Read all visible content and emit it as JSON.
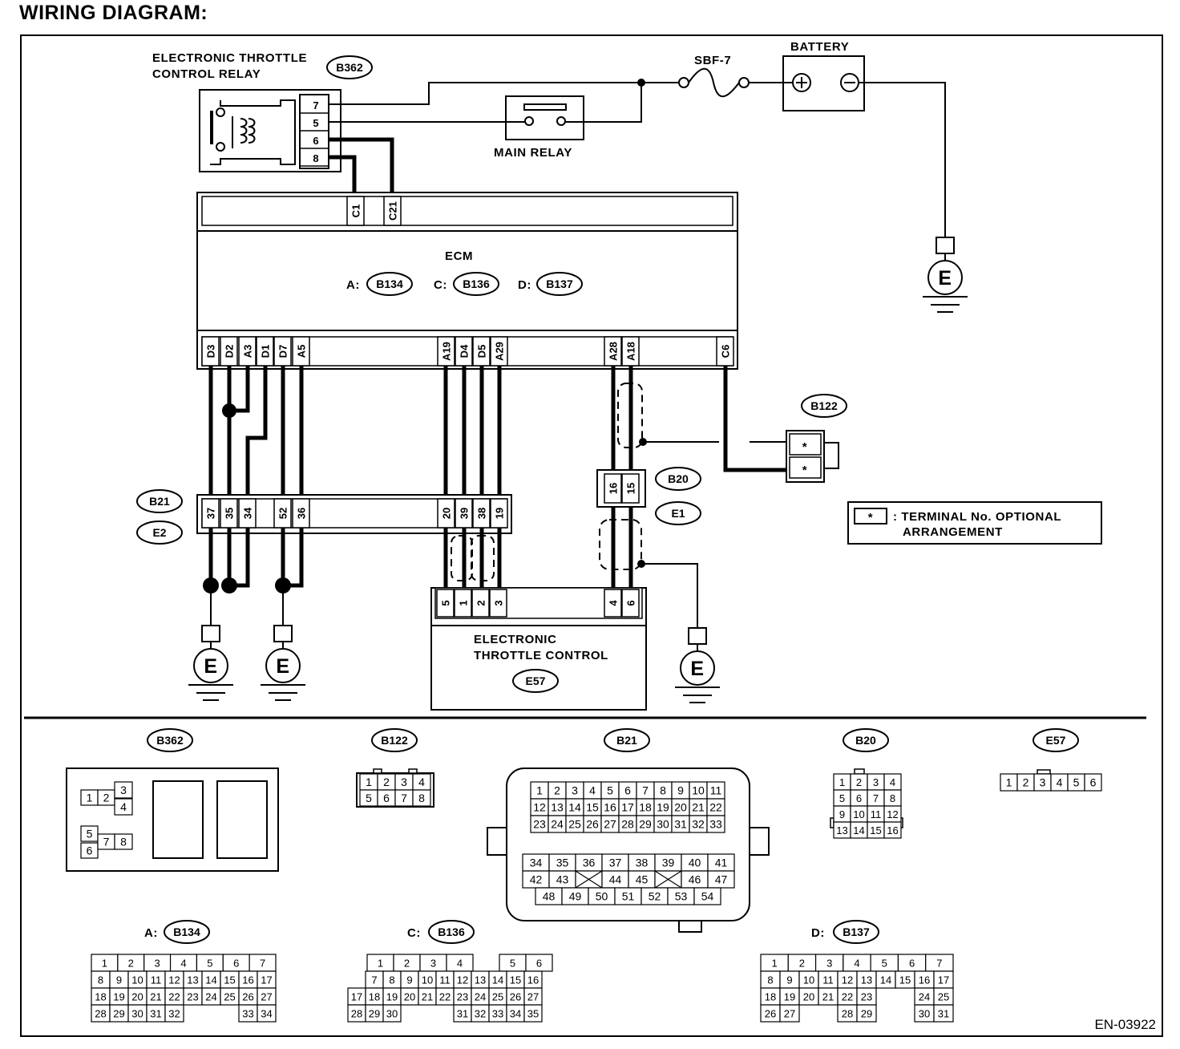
{
  "title": "WIRING DIAGRAM:",
  "footer_code": "EN-03922",
  "labels": {
    "relay_line1": "ELECTRONIC THROTTLE",
    "relay_line2": "CONTROL RELAY",
    "relay_conn": "B362",
    "battery": "BATTERY",
    "fuse": "SBF-7",
    "main_relay": "MAIN RELAY",
    "ecm": "ECM",
    "ecm_a_prefix": "A:",
    "ecm_a": "B134",
    "ecm_c_prefix": "C:",
    "ecm_c": "B136",
    "ecm_d_prefix": "D:",
    "ecm_d": "B137",
    "b122": "B122",
    "b20": "B20",
    "e1": "E1",
    "b21": "B21",
    "e2": "E2",
    "etc_line1": "ELECTRONIC",
    "etc_line2": "THROTTLE CONTROL",
    "etc_conn": "E57",
    "ground": "E",
    "note_symbol": "*",
    "note_line1": ": TERMINAL No. OPTIONAL",
    "note_line2": "ARRANGEMENT"
  },
  "relay_pins": [
    "7",
    "5",
    "6",
    "8"
  ],
  "ecm_top_pins": [
    "C1",
    "C21"
  ],
  "ecm_bottom_pins": [
    "D3",
    "D2",
    "A3",
    "D1",
    "D7",
    "A5",
    "A19",
    "D4",
    "D5",
    "A29",
    "A28",
    "A18",
    "C6"
  ],
  "b122_pins": [
    "*",
    "*"
  ],
  "b20_pins": [
    "16",
    "15"
  ],
  "b21_pins": [
    "37",
    "35",
    "34",
    "52",
    "36",
    "20",
    "39",
    "38",
    "19"
  ],
  "etc_pins": [
    "5",
    "1",
    "2",
    "3",
    "4",
    "6"
  ],
  "connector_views": {
    "b362": {
      "name": "B362",
      "pins": [
        "1",
        "2",
        "3",
        "4",
        "5",
        "6",
        "7",
        "8"
      ]
    },
    "b122": {
      "name": "B122",
      "rows": [
        [
          "1",
          "2",
          "3",
          "4"
        ],
        [
          "5",
          "6",
          "7",
          "8"
        ]
      ]
    },
    "b21": {
      "name": "B21",
      "rows": [
        [
          "1",
          "2",
          "3",
          "4",
          "5",
          "6",
          "7",
          "8",
          "9",
          "10",
          "11"
        ],
        [
          "12",
          "13",
          "14",
          "15",
          "16",
          "17",
          "18",
          "19",
          "20",
          "21",
          "22"
        ],
        [
          "23",
          "24",
          "25",
          "26",
          "27",
          "28",
          "29",
          "30",
          "31",
          "32",
          "33"
        ]
      ],
      "lower_rows": [
        [
          "34",
          "35",
          "36",
          "37",
          "38",
          "39",
          "40",
          "41"
        ],
        [
          "42",
          "43",
          "",
          "44",
          "45",
          "",
          "46",
          "47"
        ],
        [
          "48",
          "49",
          "50",
          "51",
          "52",
          "53",
          "54"
        ]
      ]
    },
    "b20": {
      "name": "B20",
      "rows": [
        [
          "1",
          "2",
          "3",
          "4"
        ],
        [
          "5",
          "6",
          "7",
          "8"
        ],
        [
          "9",
          "10",
          "11",
          "12"
        ],
        [
          "13",
          "14",
          "15",
          "16"
        ]
      ]
    },
    "e57": {
      "name": "E57",
      "rows": [
        [
          "1",
          "2",
          "3",
          "4",
          "5",
          "6"
        ]
      ]
    },
    "b134": {
      "prefix": "A:",
      "name": "B134",
      "rows": [
        [
          "1",
          "2",
          "3",
          "4",
          "5",
          "6",
          "7"
        ],
        [
          "8",
          "9",
          "10",
          "11",
          "12",
          "13",
          "14",
          "15",
          "16",
          "17"
        ],
        [
          "18",
          "19",
          "20",
          "21",
          "22",
          "23",
          "24",
          "25",
          "26",
          "27"
        ],
        [
          "28",
          "29",
          "30",
          "31",
          "32",
          "",
          "",
          "",
          "33",
          "34"
        ]
      ]
    },
    "b136": {
      "prefix": "C:",
      "name": "B136",
      "rows": [
        [
          "1",
          "2",
          "3",
          "4",
          "",
          "5",
          "6"
        ],
        [
          "",
          "7",
          "8",
          "9",
          "10",
          "11",
          "12",
          "13",
          "14",
          "15",
          "16"
        ],
        [
          "17",
          "18",
          "19",
          "20",
          "21",
          "22",
          "23",
          "24",
          "25",
          "26",
          "27"
        ],
        [
          "28",
          "29",
          "30",
          "",
          "",
          "",
          "31",
          "32",
          "33",
          "34",
          "35"
        ]
      ]
    },
    "b137": {
      "prefix": "D:",
      "name": "B137",
      "rows": [
        [
          "1",
          "2",
          "3",
          "4",
          "5",
          "6",
          "7"
        ],
        [
          "8",
          "9",
          "10",
          "11",
          "12",
          "13",
          "14",
          "15",
          "16",
          "17"
        ],
        [
          "18",
          "19",
          "20",
          "21",
          "22",
          "23",
          "",
          "",
          "24",
          "25"
        ],
        [
          "26",
          "27",
          "",
          "",
          "28",
          "29",
          "",
          "",
          "30",
          "31"
        ]
      ]
    }
  }
}
